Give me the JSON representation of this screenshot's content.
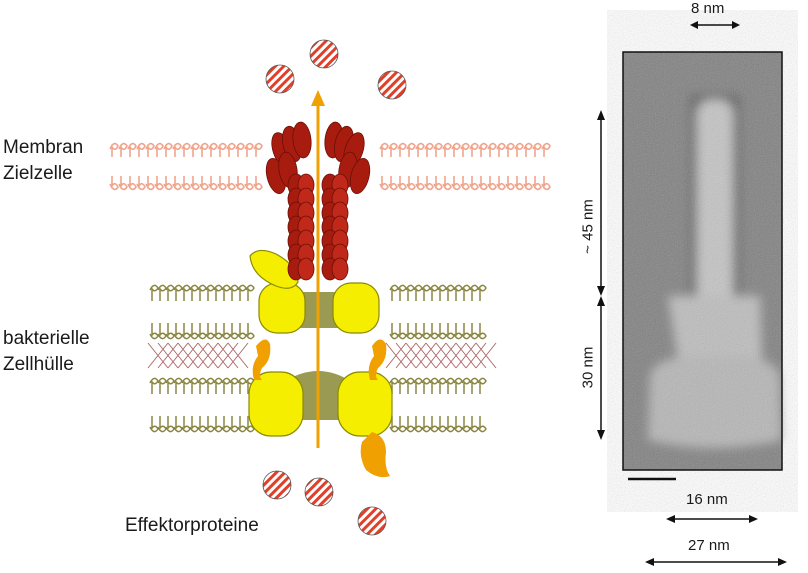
{
  "labels": {
    "membrane_line1": "Membran",
    "membrane_line2": "Zielzelle",
    "envelope_line1": "bakterielle",
    "envelope_line2": "Zellhülle",
    "effector": "Effektorproteine"
  },
  "dimensions": {
    "needle_width": "8 nm",
    "needle_length": "~ 45 nm",
    "base_height": "30 nm",
    "base_width_top": "16 nm",
    "base_width_bottom": "27 nm"
  },
  "colors": {
    "membrane": "#f0a48c",
    "needle_red": "#c0281a",
    "needle_dark": "#8e1408",
    "ring_yellow": "#f6ee00",
    "ring_outline": "#8a8a00",
    "orange": "#f0a000",
    "effector_stripe": "#e0402a",
    "lipid": "#b5b27a",
    "peptidoglycan": "#b06a6a"
  }
}
